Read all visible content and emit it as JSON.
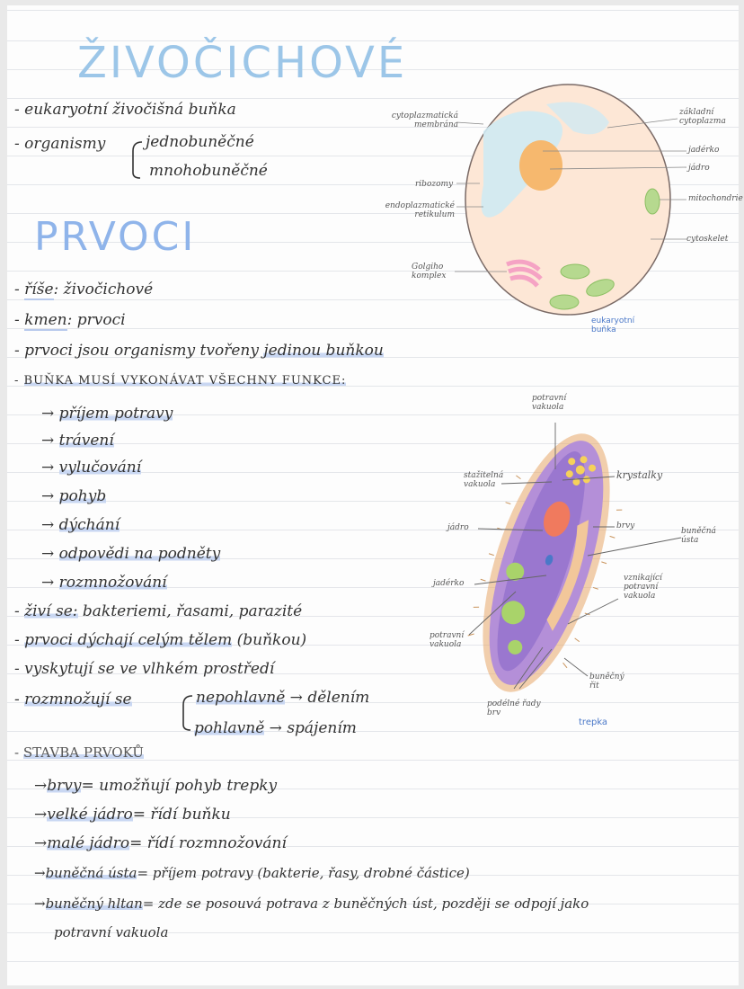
{
  "title": "ŽIVOČICHOVÉ",
  "intro": {
    "line1": "- eukaryotní živočišná buňka",
    "organisms_prefix": "- organismy",
    "organisms_a": "jednobuněčné",
    "organisms_b": "mnohobuněčné"
  },
  "heading2": "PRVOCI",
  "facts": {
    "rise_key": "říše",
    "rise_val": ": živočichové",
    "kmen_key": "kmen",
    "kmen_val": ": prvoci",
    "jsou_pre": "- prvoci jsou organismy tvořeny ",
    "jsou_hl": "jedinou buňkou",
    "musi": "BUŇKA MUSÍ VYKONÁVAT VŠECHNY FUNKCE:"
  },
  "functions": [
    "příjem potravy",
    "trávení",
    "vylučování",
    "pohyb",
    "dýchání",
    "odpovědi na podněty",
    "rozmnožování"
  ],
  "more": {
    "zivi_key": "živí se:",
    "zivi_val": " bakteriemi, řasami, parazité",
    "dychaji_hl": "prvoci dýchají celým tělem",
    "dychaji_rest": " (buňkou)",
    "vyskyt": "- vyskytují se ve vlhkém prostředí",
    "rozm_key": "rozmnožují se",
    "nepohl": "nepohlavně",
    "nepohl_res": "→ dělením",
    "pohl": "pohlavně",
    "pohl_res": "→ spájením"
  },
  "stavba": {
    "heading": "STAVBA PRVOKŮ",
    "items": [
      {
        "key": "brvy",
        "val": "= umožňují pohyb trepky"
      },
      {
        "key": "velké jádro",
        "val": "= řídí buňku"
      },
      {
        "key": "malé jádro",
        "val": "= řídí rozmnožování"
      },
      {
        "key": "buněčná ústa",
        "val": "= příjem potravy (bakterie, řasy, drobné částice)"
      },
      {
        "key": "buněčný hltan",
        "val": "= zde se posouvá potrava z buněčných úst, později se odpojí jako"
      }
    ],
    "tail": "potravní vakuola"
  },
  "cell_diagram": {
    "labels": {
      "membrana": "cytoplazmatická membrána",
      "ribozomy": "ribozomy",
      "er": "endoplazmatické retikulum",
      "golgi": "Golgiho komplex",
      "zakladni": "základní cytoplazma",
      "jaderko": "jadérko",
      "jadro": "jádro",
      "mito": "mitochondrie",
      "cyto": "cytoskelet"
    },
    "caption": "eukaryotní buňka",
    "colors": {
      "cytoplasm": "#fde7d6",
      "nucleus": "#f6b86e",
      "er": "#cfeaf3",
      "mito": "#b6d98f",
      "golgi": "#f5a3c4"
    }
  },
  "paramecium": {
    "labels": {
      "potravni_top": "potravní vakuola",
      "stazitelna": "stažitelná vakuola",
      "jadro": "jádro",
      "jaderko": "jadérko",
      "potravni_left": "potravní vakuola",
      "podelne": "podélné řady brv",
      "krystalky": "krystalky",
      "brvy": "brvy",
      "usta": "buněčná ústa",
      "vznikajici": "vznikající potravní vakuola",
      "rit": "buněčný řit"
    },
    "caption": "trepka",
    "colors": {
      "body": "#b48fd8",
      "inner": "#9a77cf",
      "edge": "#e8a86a",
      "vakuola": "#f6d15a",
      "jadro": "#f07a5e"
    }
  }
}
